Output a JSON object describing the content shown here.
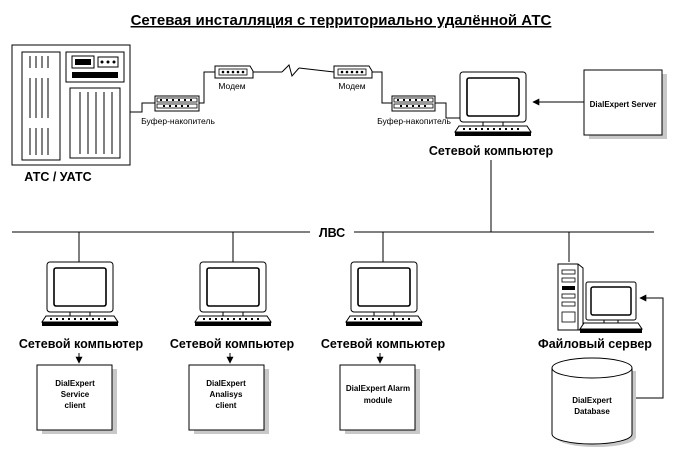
{
  "title": "Сетевая инсталляция с территориально удалённой АТС",
  "pbx_label": "АТС / УАТС",
  "buffer_left_label": "Буфер-накопитель",
  "buffer_right_label": "Буфер-накопитель",
  "modem_left_label": "Модем",
  "modem_right_label": "Модем",
  "network_computer_top_label": "Сетевой компьютер",
  "dialexpert_server_label": "DialExpert Server",
  "lan_label": "ЛВС",
  "clients": [
    {
      "pc_label": "Сетевой компьютер",
      "module_lines": [
        "DialExpert",
        "Service",
        "client"
      ]
    },
    {
      "pc_label": "Сетевой компьютер",
      "module_lines": [
        "DialExpert",
        "Analisys",
        "client"
      ]
    },
    {
      "pc_label": "Сетевой компьютер",
      "module_lines": [
        "DialExpert  Alarm",
        "module"
      ]
    }
  ],
  "file_server_label": "Файловый сервер",
  "database_lines": [
    "DialExpert",
    "Database"
  ]
}
